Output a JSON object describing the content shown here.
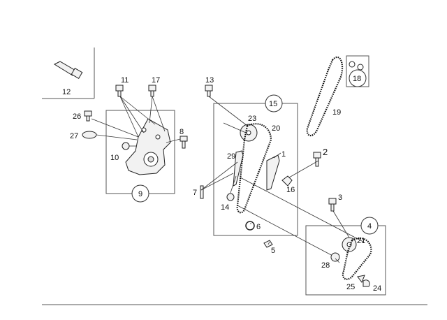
{
  "labels": {
    "l1": "1",
    "l2": "2",
    "l3": "3",
    "l4": "4",
    "l5": "5",
    "l6": "6",
    "l7": "7",
    "l8": "8",
    "l9": "9",
    "l10": "10",
    "l11": "11",
    "l12": "12",
    "l13": "13",
    "l14": "14",
    "l15": "15",
    "l16": "16",
    "l17": "17",
    "l18": "18",
    "l19": "19",
    "l20": "20",
    "l21": "21",
    "l23": "23",
    "l24": "24",
    "l25": "25",
    "l26": "26",
    "l27": "27",
    "l28": "28",
    "l29": "29"
  },
  "colors": {
    "line": "#333333",
    "part_fill": "#f2f2f2",
    "background": "#ffffff"
  }
}
